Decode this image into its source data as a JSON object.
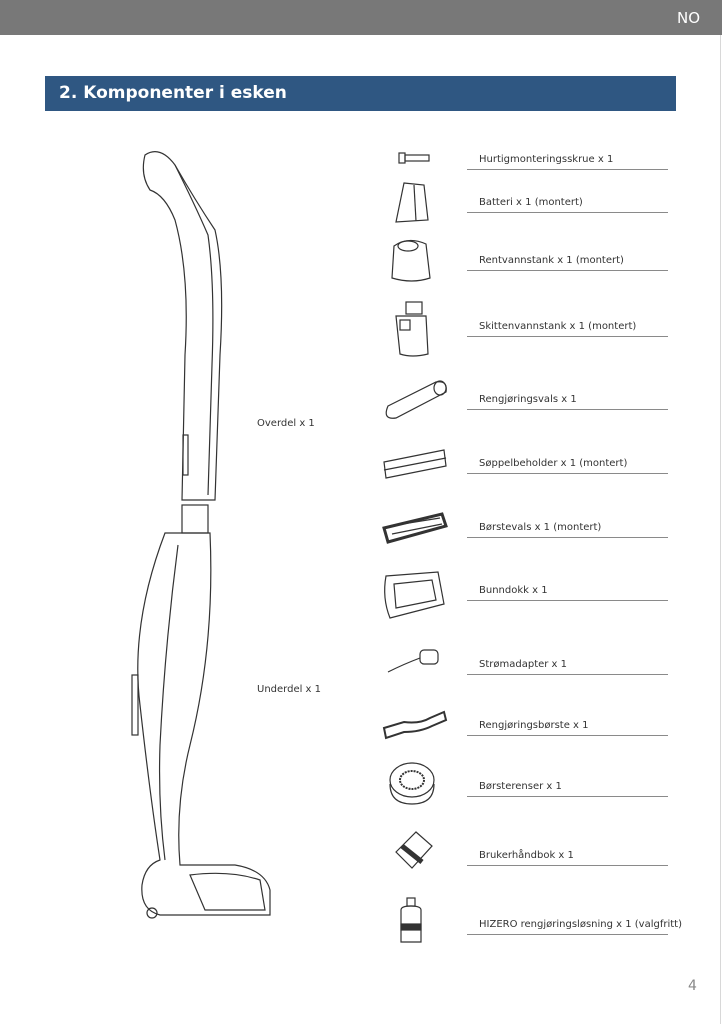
{
  "header": {
    "language": "NO"
  },
  "section_title": "2. Komponenter i esken",
  "parts": {
    "upper": "Overdel x 1",
    "lower": "Underdel x 1"
  },
  "items": [
    {
      "label": "Hurtigmonteringsskrue x 1",
      "icon": "screw-icon"
    },
    {
      "label": "Batteri x 1 (montert)",
      "icon": "battery-icon"
    },
    {
      "label": "Rentvannstank x 1 (montert)",
      "icon": "clean-water-tank-icon"
    },
    {
      "label": "Skittenvannstank x 1 (montert)",
      "icon": "dirty-water-tank-icon"
    },
    {
      "label": "Rengjøringsvals x 1",
      "icon": "cleaning-roller-icon"
    },
    {
      "label": "Søppelbeholder x 1 (montert)",
      "icon": "debris-tray-icon"
    },
    {
      "label": "Børstevals x 1 (montert)",
      "icon": "brush-roll-icon"
    },
    {
      "label": "Bunndokk x 1",
      "icon": "base-dock-icon"
    },
    {
      "label": "Strømadapter x 1",
      "icon": "power-adapter-icon"
    },
    {
      "label": "Rengjøringsbørste x 1",
      "icon": "cleaning-brush-icon"
    },
    {
      "label": "Børsterenser x 1",
      "icon": "brush-cleaner-icon"
    },
    {
      "label": "Brukerhåndbok x 1",
      "icon": "user-manual-icon"
    },
    {
      "label": "HIZERO rengjøringsløsning x 1 (valgfritt)",
      "icon": "cleaning-solution-icon"
    }
  ],
  "page_number": "4"
}
